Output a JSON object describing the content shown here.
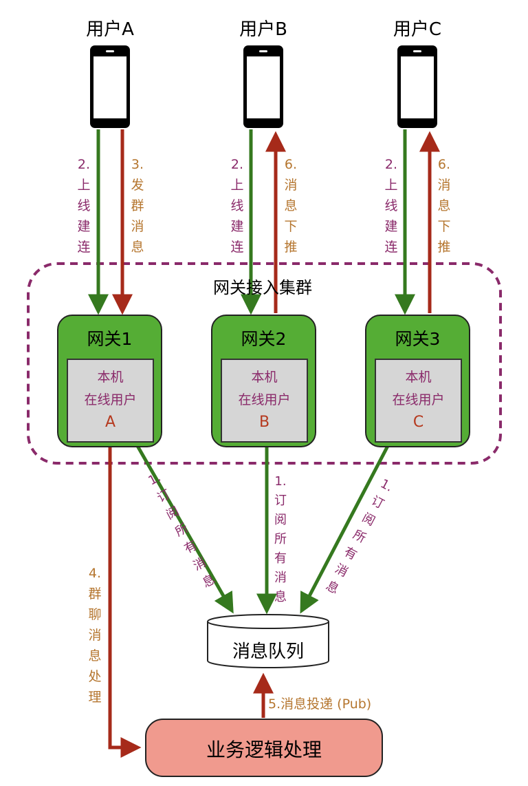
{
  "users": [
    {
      "label": "用户A"
    },
    {
      "label": "用户B"
    },
    {
      "label": "用户C"
    }
  ],
  "cluster": {
    "title": "网关接入集群"
  },
  "gateways": [
    {
      "title": "网关1",
      "line1": "本机",
      "line2": "在线用户",
      "user": "A"
    },
    {
      "title": "网关2",
      "line1": "本机",
      "line2": "在线用户",
      "user": "B"
    },
    {
      "title": "网关3",
      "line1": "本机",
      "line2": "在线用户",
      "user": "C"
    }
  ],
  "edges": {
    "connect_a": "2.\n上\n线\n建\n连",
    "send_group": "3.\n发\n群\n消\n息",
    "connect_b": "2.\n上\n线\n建\n连",
    "push_b": "6.\n消\n息\n下\n推",
    "connect_c": "2.\n上\n线\n建\n连",
    "push_c": "6.\n消\n息\n下\n推",
    "subscribe_1": "1.\n订\n阅\n所\n有\n消\n息",
    "subscribe_2": "1.\n订\n阅\n所\n有\n消\n息",
    "subscribe_3": "1.\n订\n阅\n所\n有\n消\n息",
    "group_process": "4.\n群\n聊\n消\n息\n处\n理",
    "publish": "5.消息投递 (Pub)"
  },
  "queue": {
    "label": "消息队列"
  },
  "business": {
    "label": "业务逻辑处理"
  },
  "colors": {
    "green_arrow": "#35791f",
    "red_arrow": "#a62a1a",
    "gateway_fill": "#55ad35",
    "inner_fill": "#d6d6d6",
    "business_fill": "#f09a8e",
    "dashed_border": "#8a2a6a",
    "purple_text": "#8a2a6a",
    "brown_text": "#b5762f"
  }
}
